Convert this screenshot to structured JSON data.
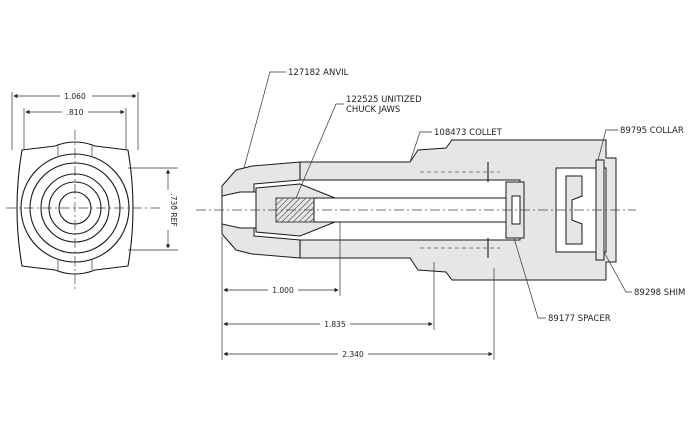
{
  "dimensions": {
    "end_width_outer": "1.060",
    "end_width_inner": ".810",
    "end_height_ref": ".730 REF",
    "length_1": "1.000",
    "length_2": "1.835",
    "length_3": "2.340"
  },
  "callouts": {
    "anvil": "127182 ANVIL",
    "chuck_jaws_line1": "122525 UNITIZED",
    "chuck_jaws_line2": "CHUCK JAWS",
    "collet": "108473 COLLET",
    "collar": "89795 COLLAR",
    "shim": "89298 SHIM",
    "spacer": "89177 SPACER"
  }
}
